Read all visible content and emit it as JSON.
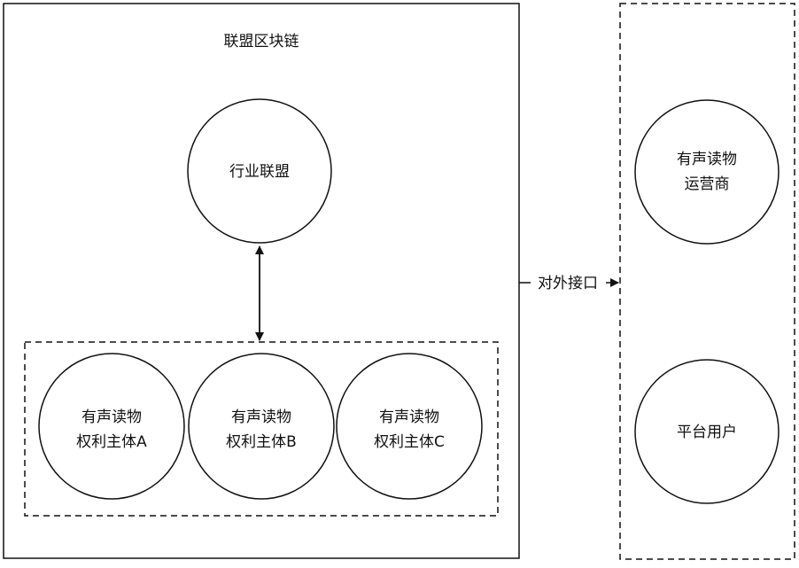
{
  "diagram": {
    "consortium_title": "联盟区块链",
    "industry_alliance": "行业联盟",
    "rights_holders": [
      {
        "line1": "有声读物",
        "line2": "权利主体A"
      },
      {
        "line1": "有声读物",
        "line2": "权利主体B"
      },
      {
        "line1": "有声读物",
        "line2": "权利主体C"
      }
    ],
    "interface_label": "对外接口",
    "operator": {
      "line1": "有声读物",
      "line2": "运营商"
    },
    "platform_users": "平台用户"
  }
}
